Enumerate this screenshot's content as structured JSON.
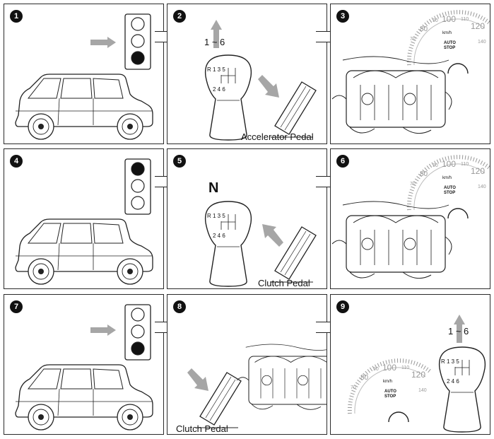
{
  "panels": [
    {
      "number": "1"
    },
    {
      "number": "2",
      "ratio": "1 ~ 6",
      "pedal_label": "Accelerator Pedal"
    },
    {
      "number": "3"
    },
    {
      "number": "4"
    },
    {
      "number": "5",
      "gear_label": "N",
      "pedal_label": "Clutch Pedal"
    },
    {
      "number": "6"
    },
    {
      "number": "7"
    },
    {
      "number": "8",
      "pedal_label": "Clutch Pedal"
    },
    {
      "number": "9",
      "ratio": "1 ~ 6"
    }
  ],
  "shifter": {
    "top": "R 1 3 5",
    "bottom": "2 4 6"
  },
  "speedometer": {
    "ticks": [
      "70",
      "80",
      "90",
      "100",
      "110",
      "120",
      "140"
    ],
    "unit": "km/h",
    "auto_top": "AUTO",
    "auto_bottom": "STOP"
  },
  "colors": {
    "line": "#2a2a2a",
    "arrow": "#a6a6a6",
    "lamp_on": "#111111"
  }
}
